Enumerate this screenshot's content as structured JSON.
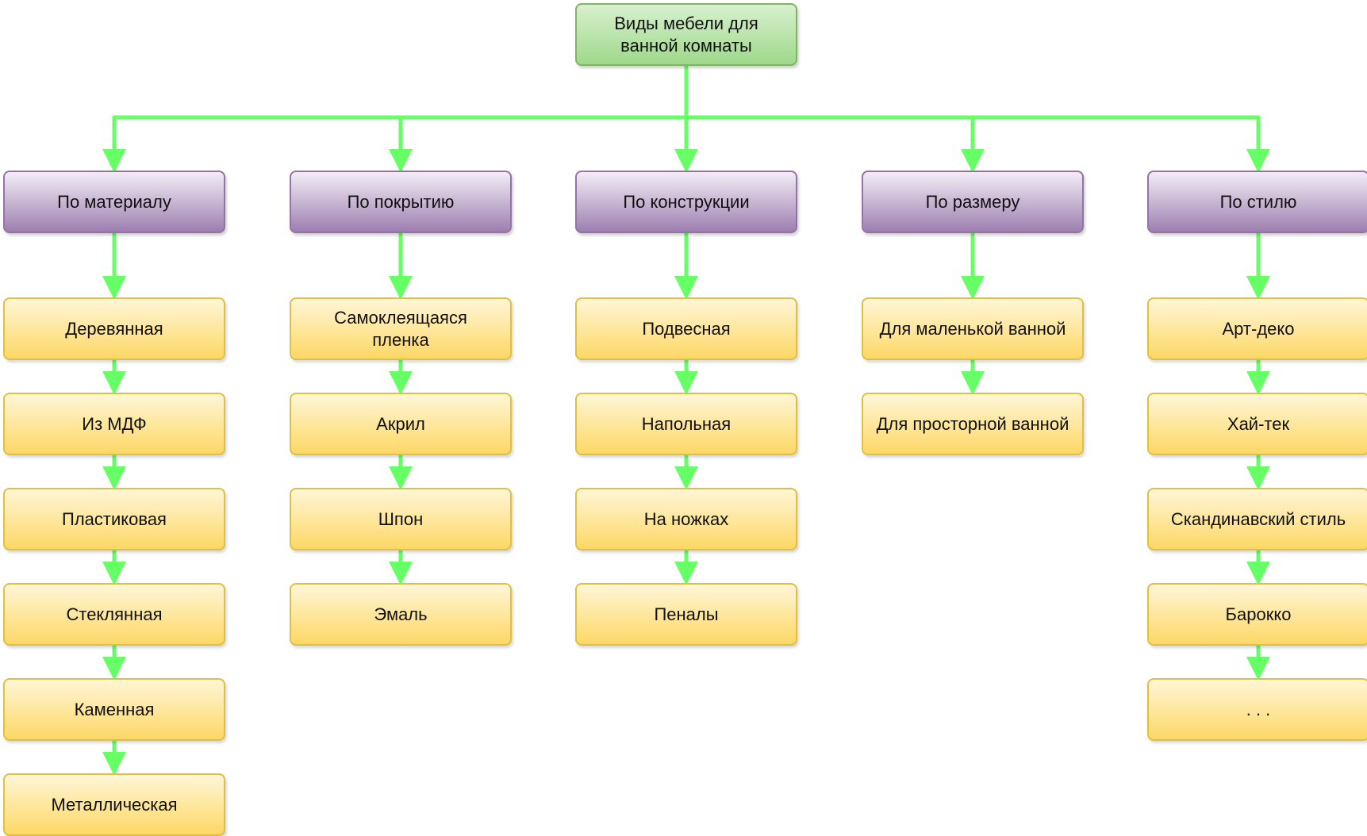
{
  "root": {
    "line1": "Виды мебели для",
    "line2": "ванной комнаты"
  },
  "connector_color": "#66ff66",
  "colors": {
    "root_fill": "#9ed98a",
    "root_border": "#82b366",
    "category_fill": "#9d7fb0",
    "category_border": "#9673a6",
    "item_fill": "#fdd866",
    "item_border": "#e0c040"
  },
  "categories": [
    {
      "label": "По материалу",
      "items": [
        "Деревянная",
        "Из МДФ",
        "Пластиковая",
        "Стеклянная",
        "Каменная",
        "Металлическая"
      ]
    },
    {
      "label": "По покрытию",
      "items": [
        "Самоклеящаяся пленка",
        "Акрил",
        "Шпон",
        "Эмаль"
      ]
    },
    {
      "label": "По конструкции",
      "items": [
        "Подвесная",
        "Напольная",
        "На ножках",
        "Пеналы"
      ]
    },
    {
      "label": "По размеру",
      "items": [
        "Для маленькой ванной",
        "Для просторной ванной"
      ]
    },
    {
      "label": "По стилю",
      "items": [
        "Арт-деко",
        "Хай-тек",
        "Скандинавский стиль",
        "Барокко",
        ". . ."
      ]
    }
  ]
}
